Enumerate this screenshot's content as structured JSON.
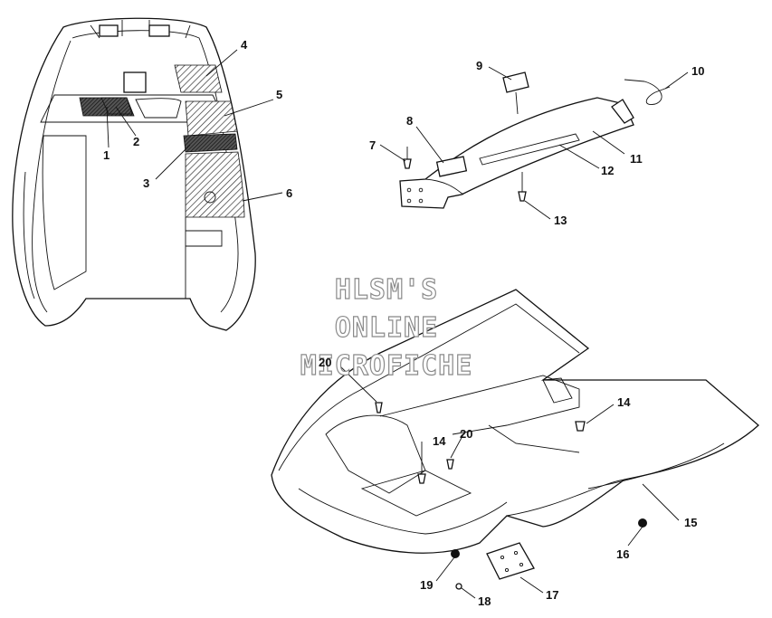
{
  "watermark": {
    "line1": "HLSM'S",
    "line2": "ONLINE",
    "line3": "MICROFICHE"
  },
  "callouts": [
    "1",
    "2",
    "3",
    "4",
    "5",
    "6",
    "7",
    "8",
    "9",
    "10",
    "11",
    "12",
    "13",
    "14",
    "14",
    "15",
    "16",
    "17",
    "18",
    "19",
    "20",
    "20"
  ]
}
